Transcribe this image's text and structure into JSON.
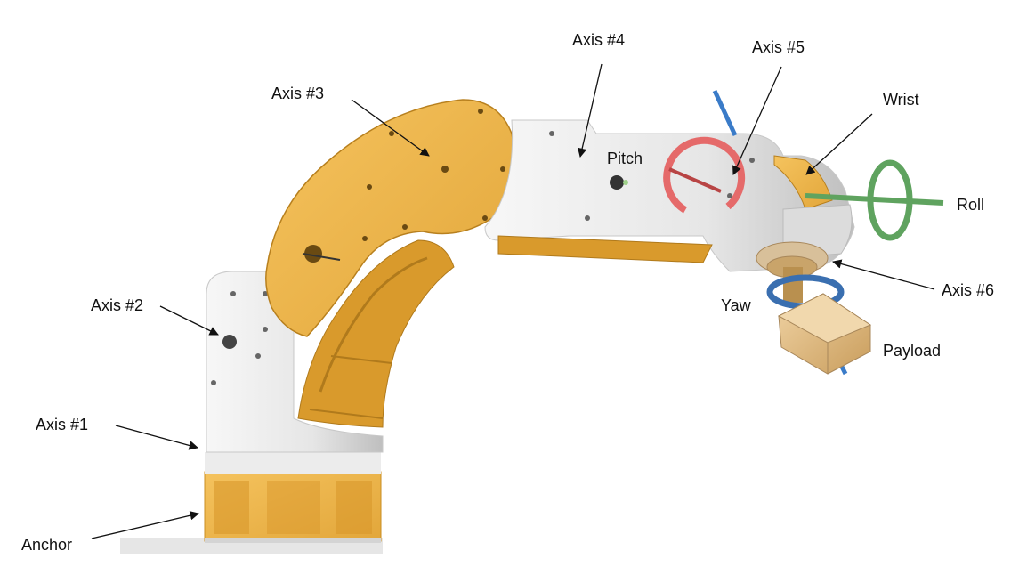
{
  "labels": {
    "axis1": "Axis #1",
    "axis2": "Axis #2",
    "axis3": "Axis #3",
    "axis4": "Axis #4",
    "axis5": "Axis #5",
    "axis6": "Axis #6",
    "anchor": "Anchor",
    "wrist": "Wrist",
    "pitch": "Pitch",
    "roll": "Roll",
    "yaw": "Yaw",
    "payload": "Payload"
  },
  "colors": {
    "link_orange": "#f0b54a",
    "link_orange_dark": "#c98e22",
    "body_white": "#e8e8e8",
    "body_shadow": "#bdbdbd",
    "pitch_ring": "#e56a6a",
    "roll_ring": "#5fa35f",
    "yaw_ring": "#3a6fb0",
    "payload_wood": "#e6c08c",
    "leader_line": "#111111"
  }
}
